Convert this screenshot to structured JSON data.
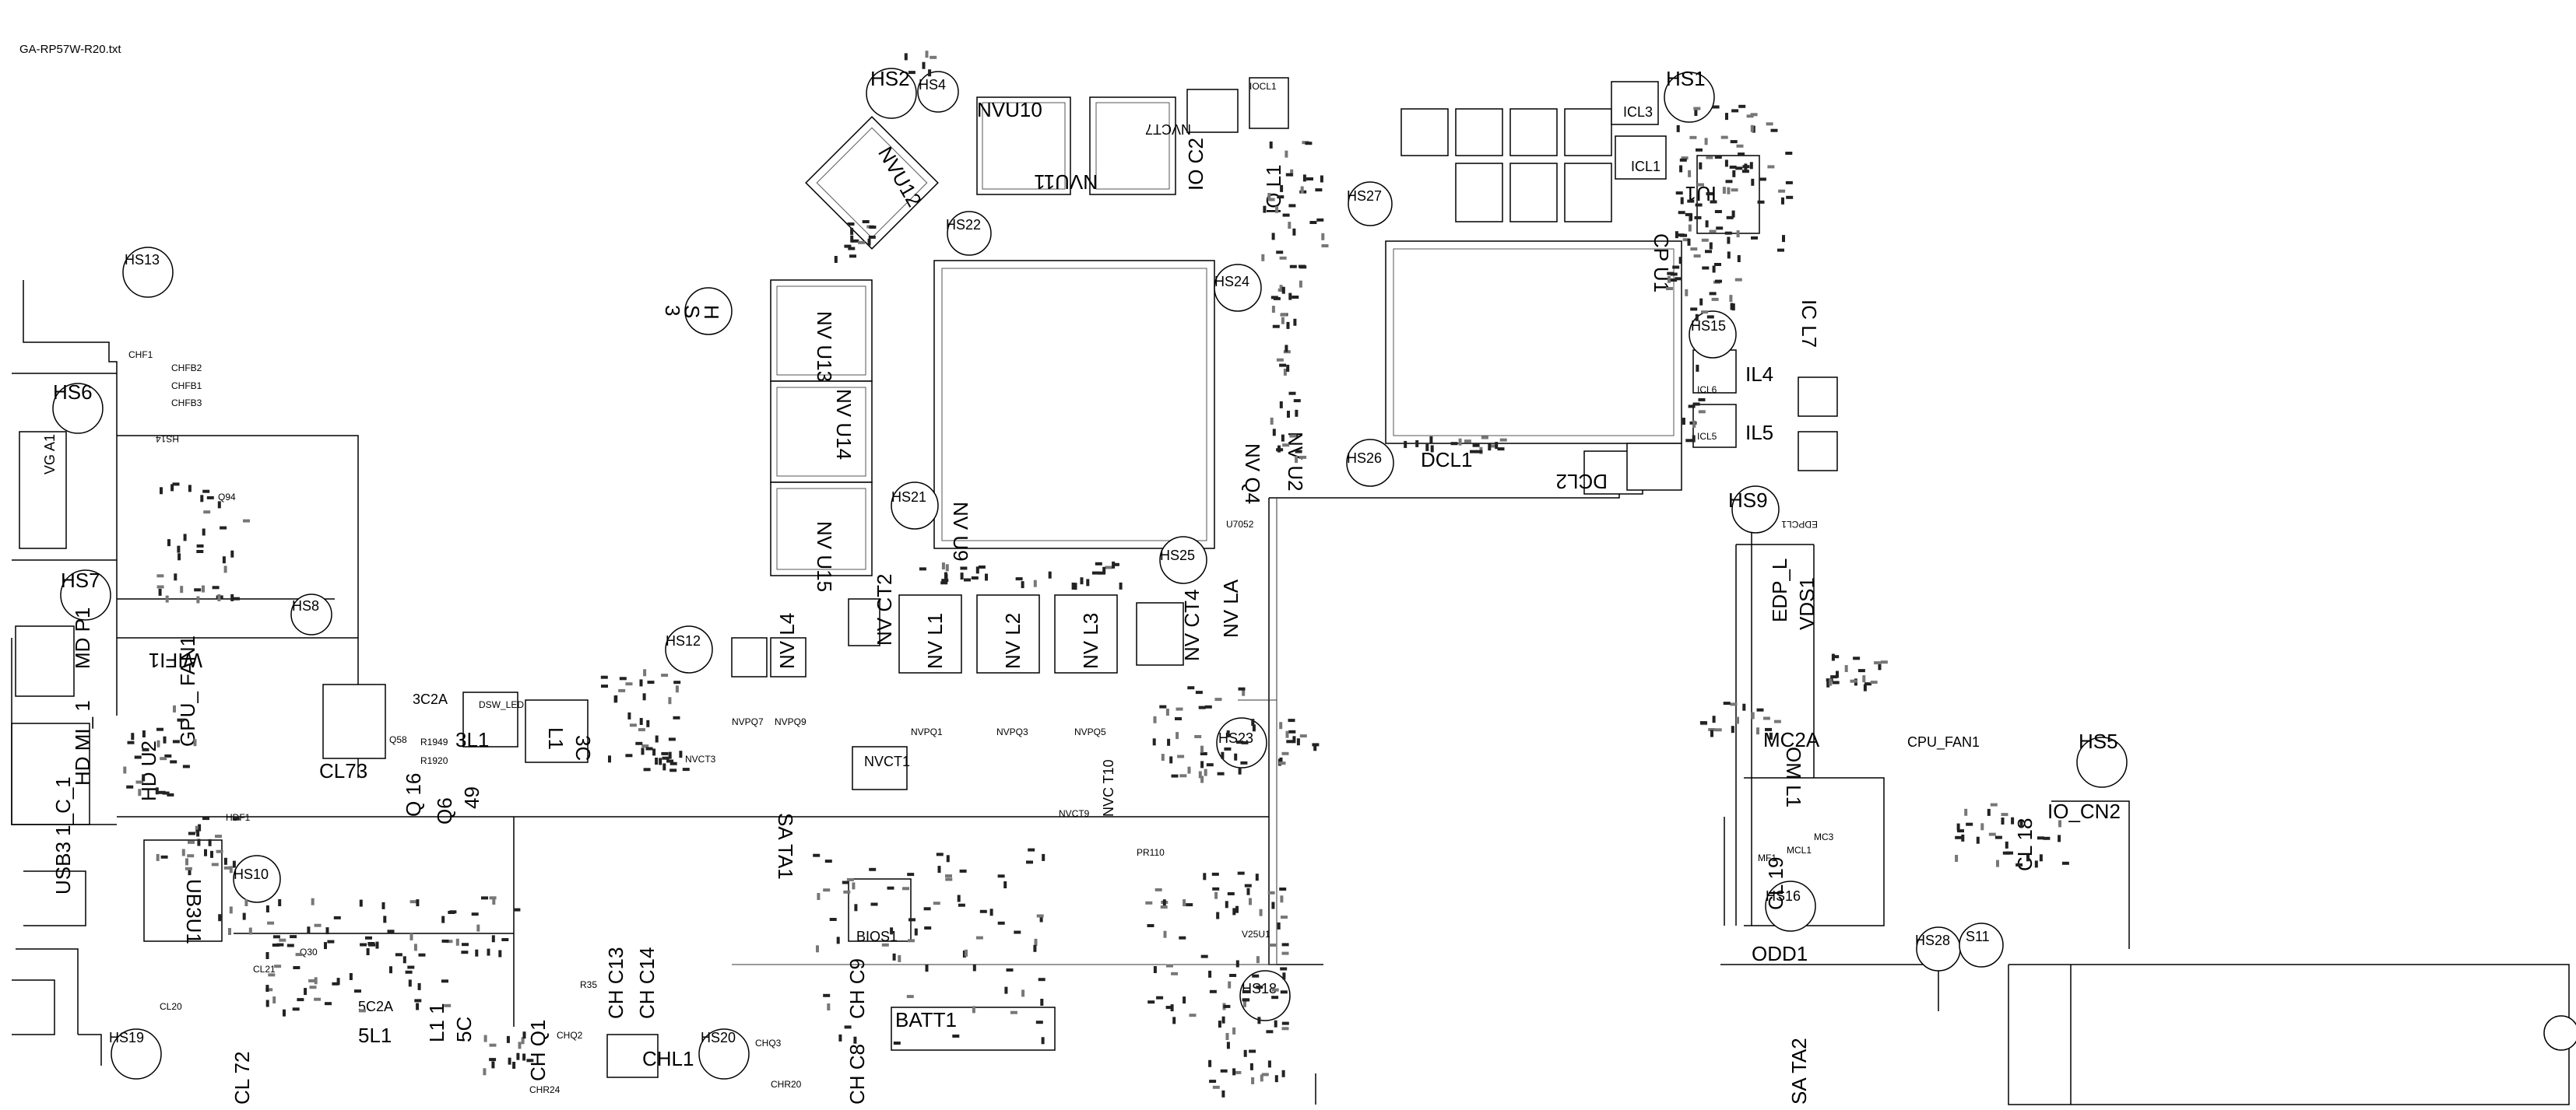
{
  "header": {
    "filename": "GA-RP57W-R20.txt"
  },
  "mounting_holes": [
    {
      "label": "HS1"
    },
    {
      "label": "HS2"
    },
    {
      "label": "HS4"
    },
    {
      "label": "HS5"
    },
    {
      "label": "HS6"
    },
    {
      "label": "HS7"
    },
    {
      "label": "HS8"
    },
    {
      "label": "HS9"
    },
    {
      "label": "HS10"
    },
    {
      "label": "HS12"
    },
    {
      "label": "HS13"
    },
    {
      "label": "HS15"
    },
    {
      "label": "HS16"
    },
    {
      "label": "HS18"
    },
    {
      "label": "HS19"
    },
    {
      "label": "HS20"
    },
    {
      "label": "HS21"
    },
    {
      "label": "HS22"
    },
    {
      "label": "HS23"
    },
    {
      "label": "HS24"
    },
    {
      "label": "HS25"
    },
    {
      "label": "HS26"
    },
    {
      "label": "HS27"
    },
    {
      "label": "HS28"
    },
    {
      "label": "S11"
    }
  ],
  "hs3": {
    "l1": "H",
    "l2": "S",
    "l3": "3"
  },
  "big_labels": {
    "nvu10": "NVU10",
    "nvu11": "NVU11",
    "nvu12": "NVU12",
    "nvu13": "NV U13",
    "nvu14": "NV U14",
    "nvu15": "NV U15",
    "nvu9": "NV U9",
    "nvu2": "NV U2",
    "nvq4": "NV Q4",
    "iu1": "IU1",
    "icp": "CP U1",
    "il4": "IL4",
    "il5": "IL5",
    "ic7": "IC L7",
    "dcl1": "DCL1",
    "dcl2": "DCL2",
    "edpl": "EDP_L",
    "vds1": "VDS1",
    "mc2a": "MC2A",
    "om1": "OM L1",
    "cpufan": "CPU_FAN1",
    "iocn2": "IO_CN2",
    "odd1": "ODD1",
    "cl19": "CL 19",
    "cl18": "CL 18",
    "sata2": "SA TA2",
    "sata1": "SA TA1",
    "batt1": "BATT1",
    "bios1": "BIOS1",
    "ch9": "CH C9",
    "ch8": "CH C8",
    "chl1": "CHL1",
    "ch13": "CH C13",
    "ch14": "CH C14",
    "chq1": "CH Q1",
    "cl72": "CL 72",
    "cl73": "CL73",
    "c5": "5C",
    "l11": "L1 1",
    "sl1": "5L1",
    "s5c2a": "5C2A",
    "c3l1": "3L1",
    "c3c2a": "3C2A",
    "c3c": "3C",
    "l1c": "L1",
    "q16": "Q 16",
    "q6": "Q6",
    "q49": "49",
    "wifi1": "WIFI1",
    "gpufan": "GPU_ FAN1",
    "hdu2": "HD U2",
    "hdmi1": "HD MI_ 1",
    "mdp1": "MD P1",
    "vga1": "VG A1",
    "usb3": "USB3 1_C_1",
    "ub3u1": "UB3U1",
    "nvct2": "NV CT2",
    "nvl4": "NV L4",
    "nvl1": "NV L1",
    "nvl2": "NV L2",
    "nvl3": "NV L3",
    "nvct4": "NV CT4",
    "nvla": "NV LA",
    "nvct1": "NVCT1",
    "nvct9": "NVCT9",
    "nvct10": "NVC T10",
    "io_c2": "IO C2",
    "io_l1": "IO L1",
    "ivct7": "NVCT7",
    "icl3": "ICL3",
    "icl1": "ICL1",
    "iocl1": "IOCL1"
  },
  "small_labels": {
    "chf1": "CHF1",
    "chfb2": "CHFB2",
    "chfb1": "CHFB1",
    "chfb3": "CHFB3",
    "hs14": "HS14",
    "r1949": "R1949",
    "r1920": "R1920",
    "q58": "Q58",
    "dsw_led": "DSW_LED",
    "nvpq7": "NVPQ7",
    "nvpq9": "NVPQ9",
    "nvct3": "NVCT3",
    "nvpq1": "NVPQ1",
    "nvpq3": "NVPQ3",
    "nvpq5": "NVPQ5",
    "r35": "R35",
    "chq2": "CHQ2",
    "chq3": "CHQ3",
    "chr24": "CHR24",
    "chr20": "CHR20",
    "u7052": "U7052",
    "edpcl1": "EDPCL1",
    "pr110": "PR110",
    "v25u1": "V25U1",
    "hdf1": "HDF1",
    "cl20": "CL20",
    "cl21": "CL21",
    "q30": "Q30",
    "q94": "Q94",
    "mf1": "MF1",
    "mcl1": "MCL1",
    "mc3": "MC3",
    "iol6": "ICL6",
    "icl5": "ICL5"
  },
  "colors": {
    "ink": "#000000",
    "pad": "#222222",
    "paper": "#ffffff"
  }
}
